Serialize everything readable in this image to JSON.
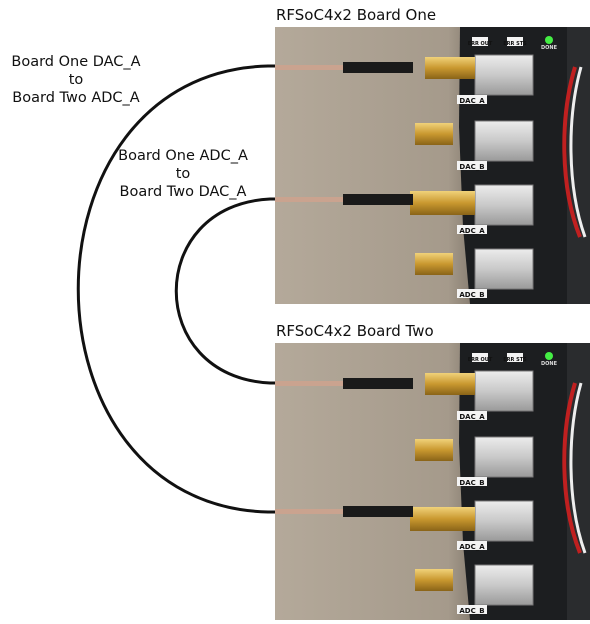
{
  "boards": [
    {
      "title": "RFSoC4x2 Board One",
      "status_labels": [
        "ERR OUT",
        "ERR STS",
        "DONE"
      ],
      "ports": [
        "DAC_A",
        "DAC_B",
        "ADC_A",
        "ADC_B"
      ]
    },
    {
      "title": "RFSoC4x2 Board Two",
      "status_labels": [
        "ERR OUT",
        "ERR STS",
        "DONE"
      ],
      "ports": [
        "DAC_A",
        "DAC_B",
        "ADC_A",
        "ADC_B"
      ]
    }
  ],
  "connections": [
    {
      "from": "Board One DAC_A",
      "to_word": "to",
      "to": "Board Two ADC_A"
    },
    {
      "from": "Board One ADC_A",
      "to_word": "to",
      "to": "Board Two DAC_A"
    }
  ],
  "colors": {
    "wire": "#111111",
    "background": "#ffffff",
    "pcb": "#1a1c1e",
    "cable": "#caa38f",
    "gold": "#c9982f",
    "led": "#44ee44"
  }
}
